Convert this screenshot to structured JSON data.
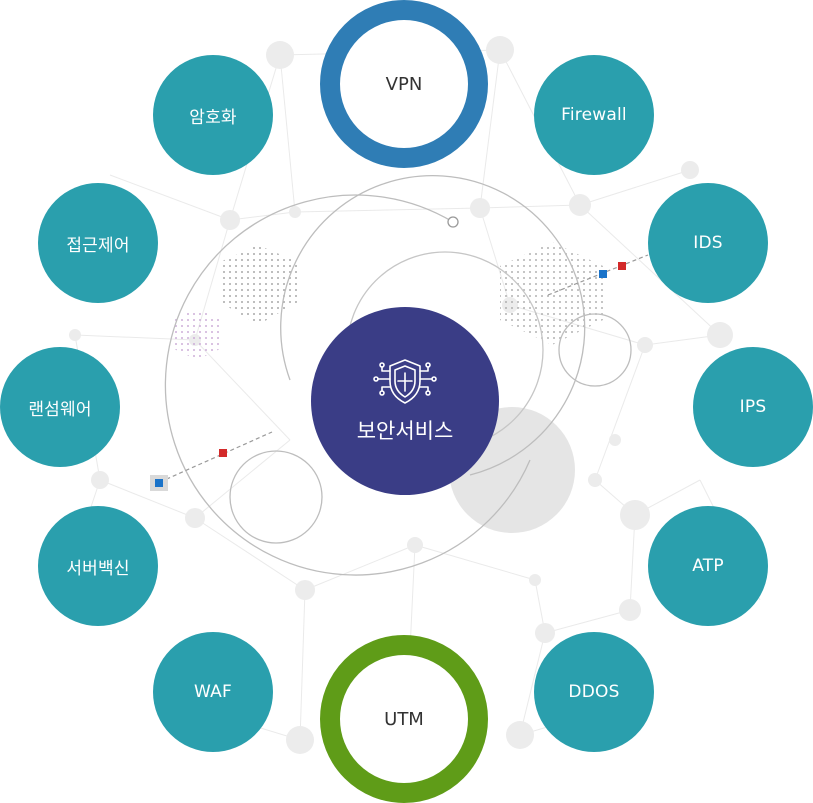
{
  "center": {
    "label": "보안서비스",
    "icon": "shield-circuit-icon",
    "color": "#3a3d86"
  },
  "rings": [
    {
      "id": "vpn",
      "label": "VPN",
      "color": "#2f7db5"
    },
    {
      "id": "utm",
      "label": "UTM",
      "color": "#5f9c18"
    }
  ],
  "nodes": [
    {
      "id": "firewall",
      "label": "Firewall"
    },
    {
      "id": "ids",
      "label": "IDS"
    },
    {
      "id": "ips",
      "label": "IPS"
    },
    {
      "id": "atp",
      "label": "ATP"
    },
    {
      "id": "ddos",
      "label": "DDOS"
    },
    {
      "id": "waf",
      "label": "WAF"
    },
    {
      "id": "server-vaccine",
      "label": "서버백신"
    },
    {
      "id": "ransomware",
      "label": "랜섬웨어"
    },
    {
      "id": "access-control",
      "label": "접근제어"
    },
    {
      "id": "encryption",
      "label": "암호화"
    }
  ],
  "colors": {
    "node": "#2a9fad",
    "network": "#e6e6e6",
    "marker_red": "#d32a2a",
    "marker_blue": "#1a73c9"
  }
}
